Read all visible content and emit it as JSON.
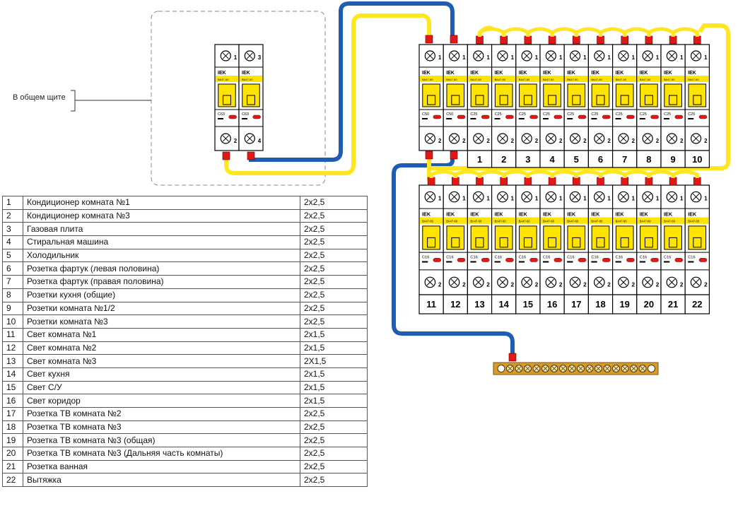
{
  "diagram": {
    "common_panel_label": "В общем щите",
    "row1_numbers": [
      "1",
      "2",
      "3",
      "4",
      "5",
      "6",
      "7",
      "8",
      "9",
      "10"
    ],
    "row2_numbers": [
      "11",
      "12",
      "13",
      "14",
      "15",
      "16",
      "17",
      "18",
      "19",
      "20",
      "21",
      "22"
    ],
    "brand_label": "IEK",
    "model_label": "ВА47-60",
    "terminal_top": "1",
    "terminal_bottom": "2",
    "terminal_top_pole2": "3",
    "terminal_bottom_pole2": "4",
    "common_breaker_rating": "C63",
    "main_breaker_rating": "C50",
    "row1_rating": "C25",
    "row2_rating": "C16",
    "colors": {
      "wire_yellow": "#ffe61e",
      "wire_blue": "#1f5db3",
      "breaker_yellow": "#ffe400",
      "red_terminal": "#e01818",
      "busbar": "#d89a2a",
      "frame": "#000000",
      "dashed_box": "#888888"
    }
  },
  "table": {
    "rows": [
      {
        "num": "1",
        "name": "Кондиционер комната №1",
        "section": "2х2,5"
      },
      {
        "num": "2",
        "name": "Кондиционер комната №3",
        "section": "2х2,5"
      },
      {
        "num": "3",
        "name": "Газовая плита",
        "section": "2х2,5"
      },
      {
        "num": "4",
        "name": "Стиральная машина",
        "section": "2х2,5"
      },
      {
        "num": "5",
        "name": "Холодильник",
        "section": "2х2,5"
      },
      {
        "num": "6",
        "name": "Розетка фартук (левая половина)",
        "section": "2х2,5"
      },
      {
        "num": "7",
        "name": "Розетка фартук (правая половина)",
        "section": "2х2,5"
      },
      {
        "num": "8",
        "name": "Розетки кухня (общие)",
        "section": "2х2,5"
      },
      {
        "num": "9",
        "name": "Розетки комната №1/2",
        "section": "2х2,5"
      },
      {
        "num": "10",
        "name": "Розетки комната №3",
        "section": "2х2,5"
      },
      {
        "num": "11",
        "name": "Свет комната №1",
        "section": "2х1,5"
      },
      {
        "num": "12",
        "name": "Свет комната №2",
        "section": "2х1,5"
      },
      {
        "num": "13",
        "name": "Свет комната №3",
        "section": "2Х1,5"
      },
      {
        "num": "14",
        "name": "Свет кухня",
        "section": "2х1,5"
      },
      {
        "num": "15",
        "name": "Свет С/У",
        "section": "2х1,5"
      },
      {
        "num": "16",
        "name": "Свет коридор",
        "section": "2х1,5"
      },
      {
        "num": "17",
        "name": "Розетка ТВ комната №2",
        "section": "2х2,5"
      },
      {
        "num": "18",
        "name": "Розетка ТВ комната №3",
        "section": "2х2,5"
      },
      {
        "num": "19",
        "name": "Розетка ТВ комната №3 (общая)",
        "section": "2х2,5"
      },
      {
        "num": "20",
        "name": "Розетка ТВ комната №3 (Дальняя часть комнаты)",
        "section": "2х2,5"
      },
      {
        "num": "21",
        "name": "Розетка ванная",
        "section": "2х2,5"
      },
      {
        "num": "22",
        "name": "Вытяжка",
        "section": "2х2,5"
      }
    ]
  }
}
